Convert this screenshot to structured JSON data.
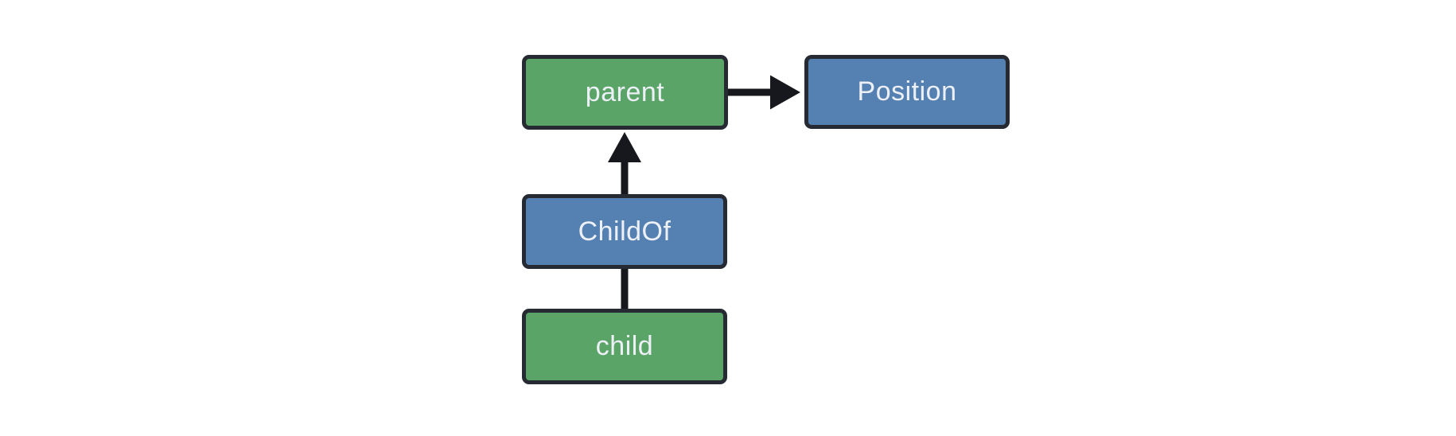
{
  "diagram": {
    "background_color": "#ffffff",
    "colors": {
      "entity_fill": "#5ba467",
      "component_fill": "#5580b2",
      "border": "#252a33",
      "text": "#edf1f7",
      "connector": "#16181d"
    },
    "nodes": [
      {
        "id": "parent",
        "label": "parent",
        "kind": "entity-green"
      },
      {
        "id": "Position",
        "label": "Position",
        "kind": "component-blue"
      },
      {
        "id": "ChildOf",
        "label": "ChildOf",
        "kind": "relationship-blue"
      },
      {
        "id": "child",
        "label": "child",
        "kind": "entity-green"
      }
    ],
    "edges": [
      {
        "from": "parent",
        "to": "Position",
        "style": "arrow",
        "direction": "right"
      },
      {
        "from": "ChildOf",
        "to": "parent",
        "style": "arrow",
        "direction": "up"
      },
      {
        "from": "child",
        "to": "ChildOf",
        "style": "line",
        "direction": "up"
      }
    ]
  }
}
